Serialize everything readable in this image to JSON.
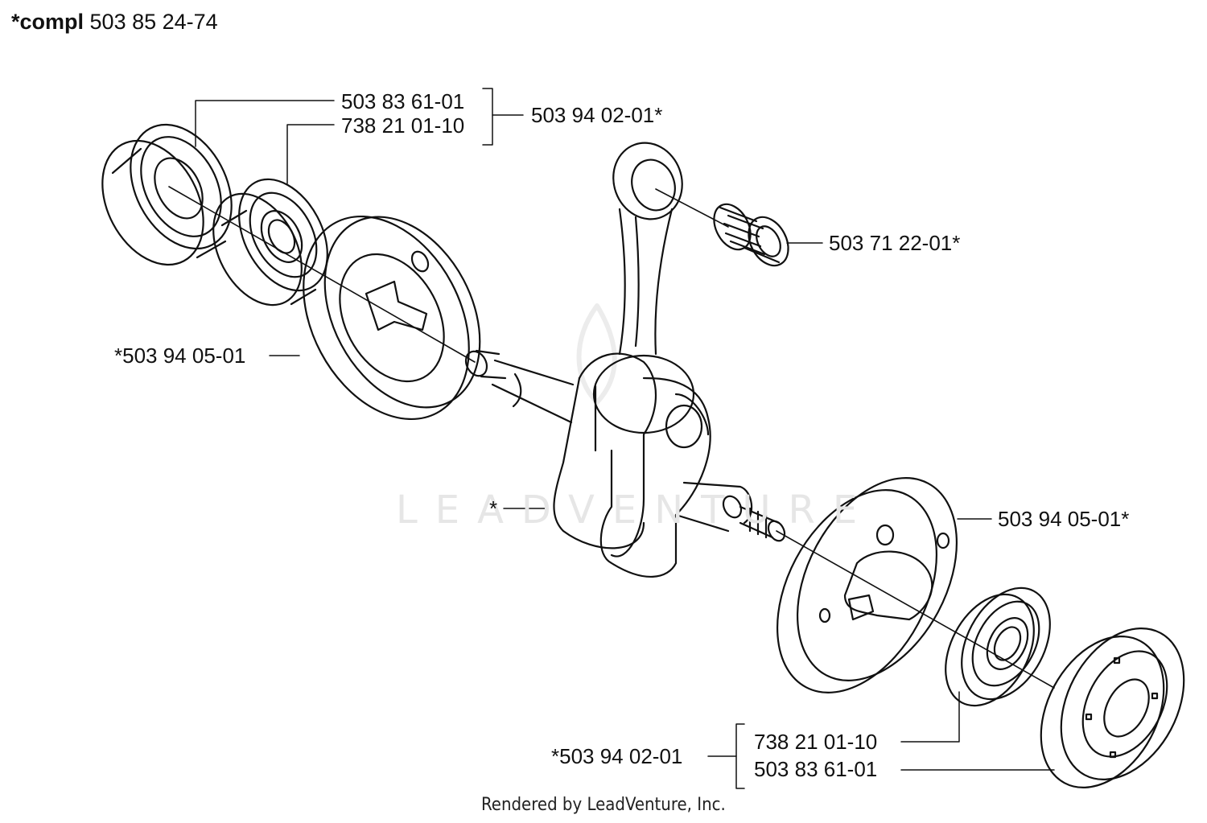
{
  "header": {
    "title_bold": "*compl",
    "title_rest": " 503 85 24-74"
  },
  "callouts": {
    "seal_top": "503 83 61-01",
    "bearing_top": "738 21 01-10",
    "kit_top": "503 94 02-01*",
    "needle_bearing": "503 71 22-01*",
    "flywheel_half_left": "*503 94 05-01",
    "crankshaft": "*",
    "flywheel_half_right": "503 94 05-01*",
    "kit_bottom": "*503 94 02-01",
    "bearing_bottom": "738 21 01-10",
    "seal_bottom": "503 83 61-01"
  },
  "watermark": "LEADVENTURE",
  "footer": "Rendered by LeadVenture, Inc.",
  "icons": [
    "oil-seal-icon",
    "ball-bearing-icon",
    "crank-web-icon",
    "needle-bearing-icon",
    "connecting-rod-icon",
    "crankshaft-icon"
  ]
}
